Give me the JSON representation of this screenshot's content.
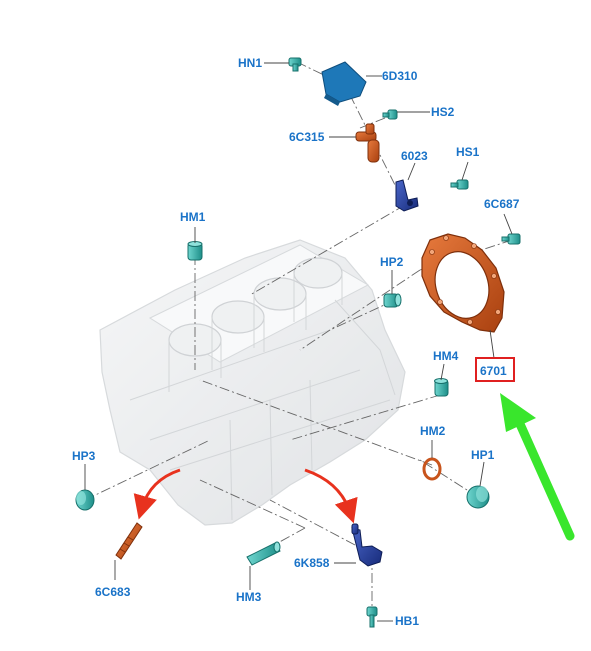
{
  "diagram": {
    "callouts": [
      {
        "id": "hn1",
        "text": "HN1"
      },
      {
        "id": "d6310",
        "text": "6D310"
      },
      {
        "id": "hs2",
        "text": "HS2"
      },
      {
        "id": "c6315",
        "text": "6C315"
      },
      {
        "id": "p6023",
        "text": "6023"
      },
      {
        "id": "hs1",
        "text": "HS1"
      },
      {
        "id": "c6687",
        "text": "6C687"
      },
      {
        "id": "hm1",
        "text": "HM1"
      },
      {
        "id": "hp2",
        "text": "HP2"
      },
      {
        "id": "p6701",
        "text": "6701"
      },
      {
        "id": "hm4",
        "text": "HM4"
      },
      {
        "id": "hm2",
        "text": "HM2"
      },
      {
        "id": "hp3",
        "text": "HP3"
      },
      {
        "id": "hp1",
        "text": "HP1"
      },
      {
        "id": "c6683",
        "text": "6C683"
      },
      {
        "id": "k6858",
        "text": "6K858"
      },
      {
        "id": "hm3",
        "text": "HM3"
      },
      {
        "id": "hb1",
        "text": "HB1"
      }
    ],
    "highlighted_part": "6701",
    "colors": {
      "label_blue": "#1a73c8",
      "part_teal": "#2aa9a2",
      "part_navy": "#1f3a9a",
      "part_orange": "#c8541c",
      "highlight_red": "#e02020",
      "arrow_red": "#e8321e",
      "arrow_green": "#39e62c",
      "block_gray": "#d9dcdf"
    }
  }
}
